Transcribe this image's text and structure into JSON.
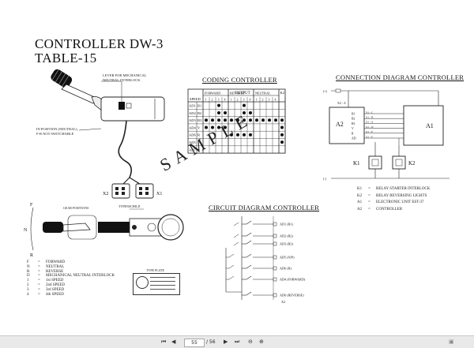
{
  "title": {
    "line1": "CONTROLLER DW-3",
    "line2": "TABLE-15"
  },
  "controller_labels": {
    "lever": [
      "LEVER FOR MECHANICAL",
      "NEUTRAL INTERLOCK"
    ],
    "neutral": [
      "IN POSITION (NEUTRAL),",
      "F-R NOT SWITCHABLE"
    ],
    "x2": "X2",
    "x1": "X1",
    "gear_positions": "GEAR POSITIONS",
    "type_plate_top": "TYPENSCHILD",
    "type_plate": "TYPE PLATE",
    "f": "F",
    "n": "N",
    "r": "R"
  },
  "legend": [
    {
      "key": "F",
      "desc": "FORWARD"
    },
    {
      "key": "N",
      "desc": "NEUTRAL"
    },
    {
      "key": "R",
      "desc": "REVERSE"
    },
    {
      "key": "D",
      "desc": "MECHANICAL NEUTRAL INTERLOCK"
    },
    {
      "key": "1",
      "desc": "1st SPEED"
    },
    {
      "key": "2",
      "desc": "2nd SPEED"
    },
    {
      "key": "3",
      "desc": "3rd SPEED"
    },
    {
      "key": "4",
      "desc": "4th SPEED"
    }
  ],
  "coding": {
    "title": "CODING CONTROLLER",
    "output_label": "OUTPUT",
    "corner_label": "K2",
    "groups": [
      {
        "label": "SPEED",
        "cols": 2
      },
      {
        "label": "FORWARD",
        "cols": 4
      },
      {
        "label": "REVERSE",
        "cols": 4
      },
      {
        "label": "NEUTRAL",
        "cols": 4
      }
    ],
    "subcols": [
      "1",
      "2",
      "3",
      "4",
      "1",
      "2",
      "3",
      "4",
      "1",
      "2",
      "3",
      "4"
    ],
    "rows": [
      {
        "ad": "AD1",
        "code": "B1",
        "dots": [
          0,
          0,
          1,
          0,
          0,
          0,
          1,
          0,
          0,
          0,
          0,
          0,
          0
        ]
      },
      {
        "ad": "AD2",
        "code": "B2",
        "dots": [
          0,
          0,
          1,
          1,
          0,
          0,
          1,
          1,
          0,
          0,
          0,
          0,
          0
        ]
      },
      {
        "ad": "AD3",
        "code": "B3",
        "dots": [
          1,
          1,
          1,
          1,
          1,
          1,
          1,
          1,
          1,
          1,
          1,
          1,
          1
        ]
      },
      {
        "ad": "AD4",
        "code": "V",
        "dots": [
          1,
          1,
          1,
          1,
          0,
          0,
          0,
          0,
          0,
          0,
          0,
          0,
          1
        ]
      },
      {
        "ad": "AD6",
        "code": "R",
        "dots": [
          0,
          0,
          0,
          0,
          1,
          1,
          1,
          1,
          0,
          0,
          0,
          0,
          1
        ]
      },
      {
        "ad": "AD5",
        "code": "",
        "dots": [
          0,
          0,
          0,
          0,
          0,
          0,
          0,
          0,
          0,
          0,
          0,
          0,
          1
        ]
      },
      {
        "ad": "AD7",
        "code": "",
        "dots": [
          0,
          0,
          0,
          0,
          0,
          0,
          0,
          0,
          0,
          0,
          0,
          0,
          0
        ]
      }
    ]
  },
  "connection": {
    "title": "CONNECTION DIAGRAM CONTROLLER",
    "a1": "A1",
    "a2": "A2",
    "k1": "K1",
    "k2": "K2",
    "plus": "(+)",
    "minus": "(-)",
    "x2a": "X2 - A",
    "pins_left": [
      "B1",
      "B2",
      "B3",
      "V",
      "R",
      "AD"
    ],
    "pins_mid": [
      "X1 - C",
      "X1 - B",
      "X1 - A",
      "X1 - D",
      "X1 - E",
      "X1 - F"
    ],
    "legend": [
      {
        "key": "K1",
        "desc": "RELAY STARTER INTERLOCK"
      },
      {
        "key": "K2",
        "desc": "RELAY REVERSING LIGHTS"
      },
      {
        "key": "A1",
        "desc": "ELECTRONIC UNIT  EST-37"
      },
      {
        "key": "A2",
        "desc": "CONTROLLER"
      }
    ]
  },
  "circuit": {
    "title": "CIRCUIT DIAGRAM CONTROLLER",
    "outputs": [
      {
        "label": "AD1 (B1)"
      },
      {
        "label": "AD2 (B2)"
      },
      {
        "label": "AD3 (B3)"
      },
      {
        "label": "AD5 (N/P)"
      },
      {
        "label": "AD6 (R)"
      },
      {
        "label": "AD4 (FORWARD)"
      },
      {
        "label": "AD6 (REVERSE)"
      }
    ],
    "x2": "X2"
  },
  "watermark": "SAMPLE",
  "viewer": {
    "current_page": "55",
    "total_pages": "/ 56"
  }
}
